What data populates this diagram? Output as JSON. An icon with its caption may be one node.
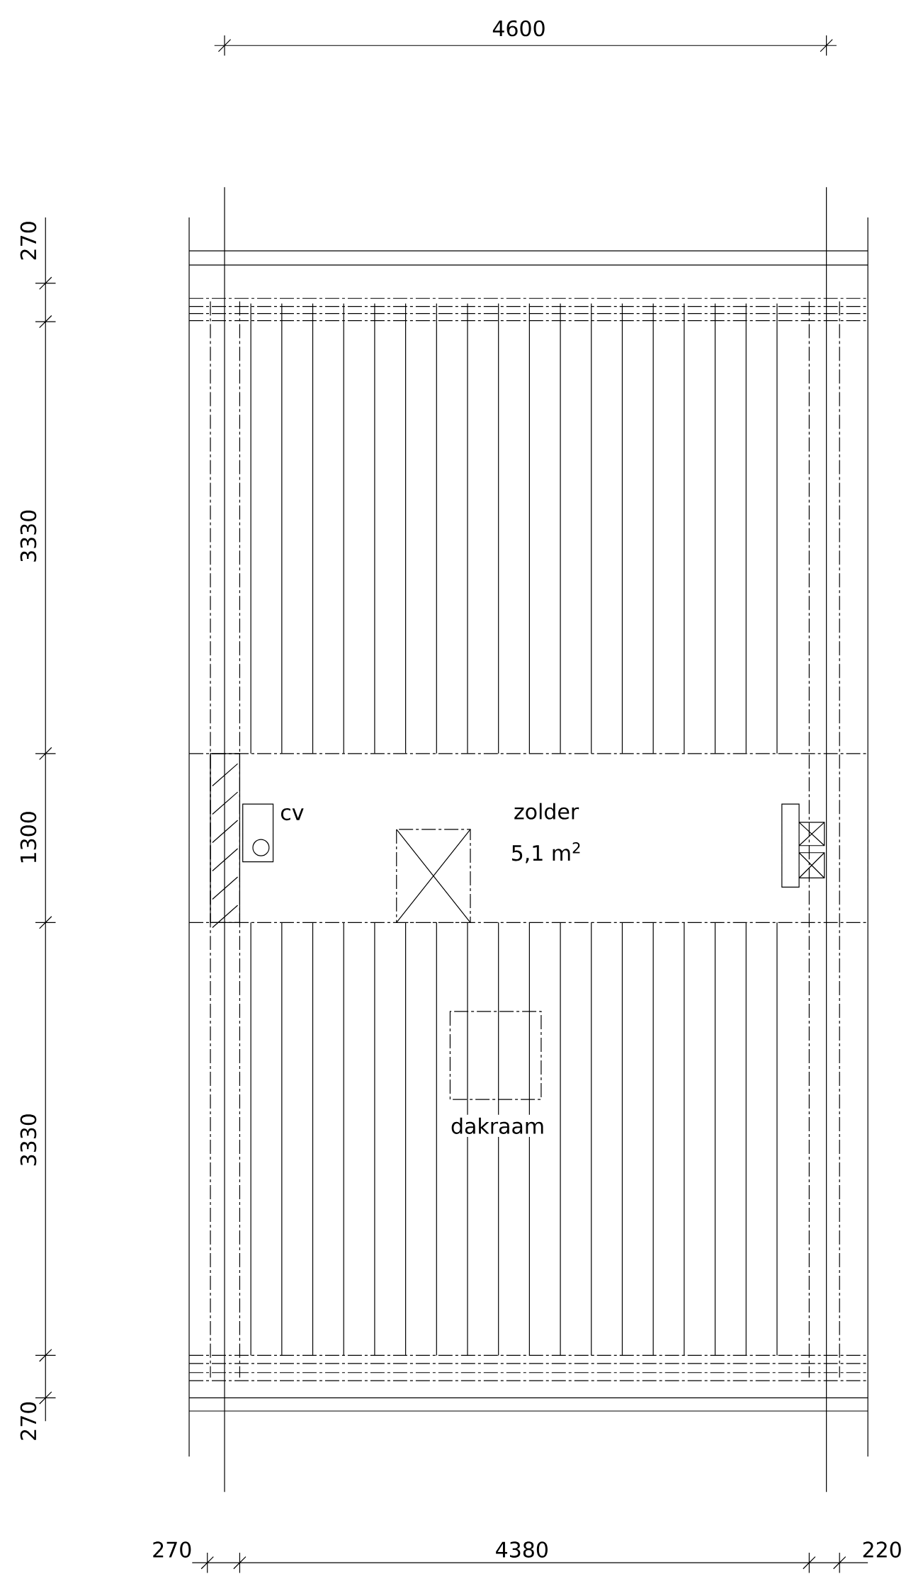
{
  "diagram": {
    "labels": [
      "4600",
      "270",
      "3330",
      "1300",
      "3330",
      "270",
      "cv",
      "zolder",
      "5,1 m$^{2}$",
      "dakraam",
      "270",
      "4380",
      "220"
    ]
  }
}
